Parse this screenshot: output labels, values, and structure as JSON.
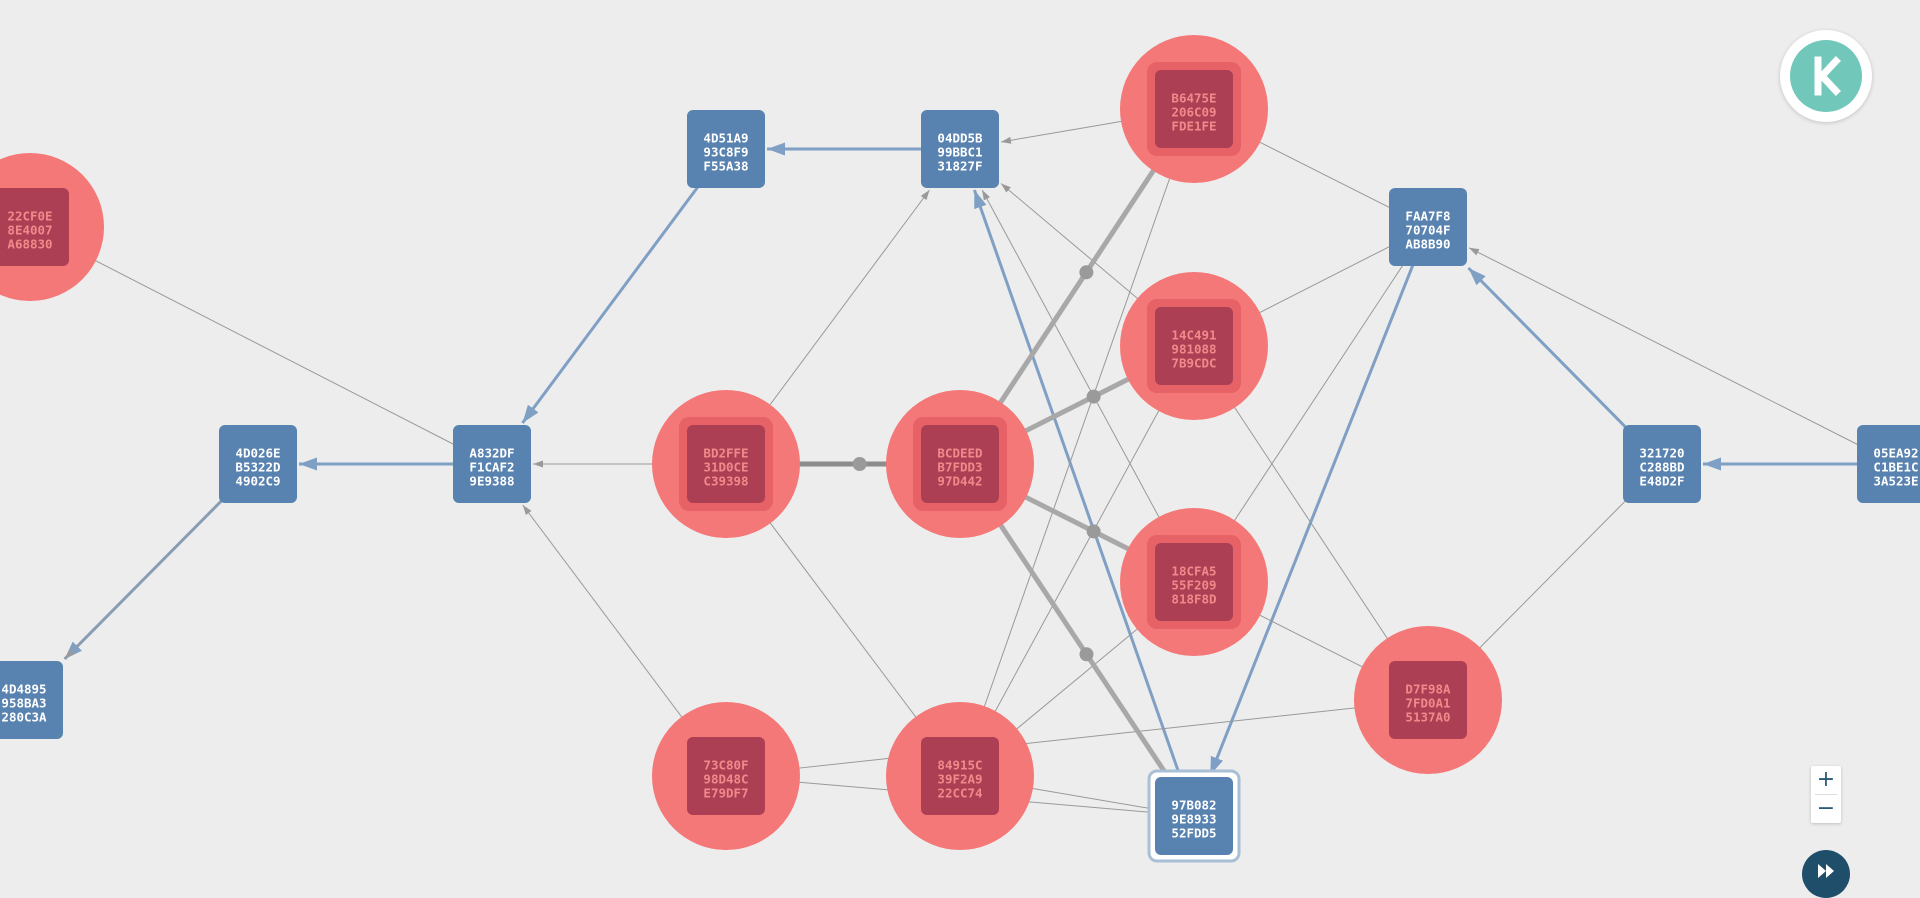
{
  "nodes": [
    {
      "id": "n-22cf0e",
      "lines": [
        "22CF0E",
        "8E4007",
        "A68830"
      ],
      "kind": "red"
    },
    {
      "id": "n-4d51a9",
      "lines": [
        "4D51A9",
        "93C8F9",
        "F55A38"
      ],
      "kind": "blue"
    },
    {
      "id": "n-04dd5b",
      "lines": [
        "04DD5B",
        "99BBC1",
        "31827F"
      ],
      "kind": "blue"
    },
    {
      "id": "n-b6475e",
      "lines": [
        "B6475E",
        "206C09",
        "FDE1FE"
      ],
      "kind": "red"
    },
    {
      "id": "n-faa7f8",
      "lines": [
        "FAA7F8",
        "70704F",
        "AB8B90"
      ],
      "kind": "blue"
    },
    {
      "id": "n-14c491",
      "lines": [
        "14C491",
        "981088",
        "7B9CDC"
      ],
      "kind": "red"
    },
    {
      "id": "n-4d026e",
      "lines": [
        "4D026E",
        "B5322D",
        "4902C9"
      ],
      "kind": "blue"
    },
    {
      "id": "n-a832df",
      "lines": [
        "A832DF",
        "F1CAF2",
        "9E9388"
      ],
      "kind": "blue"
    },
    {
      "id": "n-bd2ffe",
      "lines": [
        "BD2FFE",
        "31D0CE",
        "C39398"
      ],
      "kind": "red"
    },
    {
      "id": "n-bcdeed",
      "lines": [
        "BCDEED",
        "B7FDD3",
        "97D442"
      ],
      "kind": "red"
    },
    {
      "id": "n-321720",
      "lines": [
        "321720",
        "C288BD",
        "E48D2F"
      ],
      "kind": "blue"
    },
    {
      "id": "n-05ea92",
      "lines": [
        "05EA92",
        "C1BE1C",
        "3A523E"
      ],
      "kind": "blue"
    },
    {
      "id": "n-18cfa5",
      "lines": [
        "18CFA5",
        "55F209",
        "818F8D"
      ],
      "kind": "red"
    },
    {
      "id": "n-d7f98a",
      "lines": [
        "D7F98A",
        "7FD0A1",
        "5137A0"
      ],
      "kind": "red"
    },
    {
      "id": "n-4d4895",
      "lines": [
        "4D4895",
        "958BA3",
        "280C3A"
      ],
      "kind": "blue"
    },
    {
      "id": "n-73c80f",
      "lines": [
        "73C80F",
        "98D48C",
        "E79DF7"
      ],
      "kind": "red"
    },
    {
      "id": "n-84915c",
      "lines": [
        "84915C",
        "39F2A9",
        "22CC74"
      ],
      "kind": "red"
    },
    {
      "id": "n-97b082",
      "lines": [
        "97B082",
        "9E8933",
        "52FDD5"
      ],
      "kind": "blue"
    }
  ],
  "zoom": {
    "in_label": "+",
    "out_label": "−"
  },
  "icons": {
    "logo": "kaspa-logo-icon",
    "fast_forward": "fast-forward-icon"
  },
  "colors": {
    "background": "#ededed",
    "blue_node": "#5882b0",
    "red_node": "#ad3f55",
    "red_halo": "#f57878",
    "gray_edge": "#999999",
    "blue_edge": "#7fa0c4",
    "red_arrow": "#c43a40",
    "logo_teal": "#70c7ba",
    "fast_forward_bg": "#1f4e6b"
  }
}
